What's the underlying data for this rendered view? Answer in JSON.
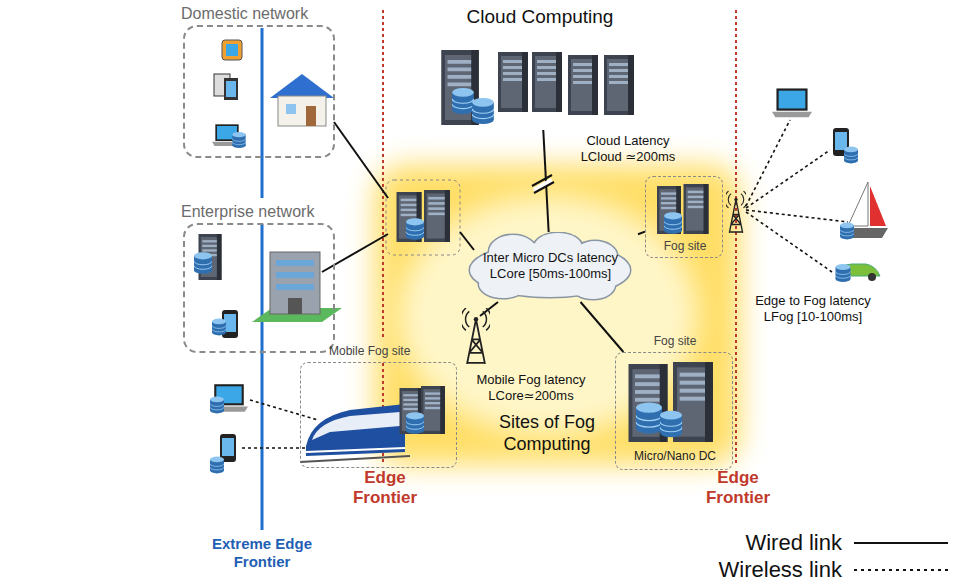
{
  "diagram": {
    "nodes": [
      {
        "text": [
          "Domestic network"
        ]
      },
      {
        "text": [
          "Enterprise network"
        ]
      },
      {
        "text": [
          "Cloud Computing"
        ]
      },
      {
        "text": [
          "Sites of Fog Computing"
        ]
      },
      {
        "text": [
          "Inter Micro DCs latency LCore [50ms-100ms]"
        ],
        "in": 3
      },
      {
        "text": [
          "Fog site"
        ],
        "in": 3
      },
      {
        "text": [
          "Fog site",
          "Micro/Nano DC"
        ],
        "in": 3
      },
      {
        "text": [
          "Mobile Fog site"
        ],
        "in": 3
      }
    ],
    "edges": [
      {
        "from": 2,
        "to": 4,
        "arrow": "none",
        "label": "Cloud Latency LCloud ≃200ms"
      },
      {
        "from": 4,
        "to": 5,
        "arrow": "none"
      },
      {
        "from": 4,
        "to": 6,
        "arrow": "none"
      }
    ],
    "labels": [
      "Mobile Fog latency LCore≃200ms",
      "Edge to Fog latency LFog [10-100ms]",
      "Edge Frontier",
      "Edge Frontier",
      "Extreme Edge Frontier"
    ],
    "legend": [
      {
        "text": "Wired link"
      },
      {
        "text": "Wireless link"
      }
    ]
  }
}
